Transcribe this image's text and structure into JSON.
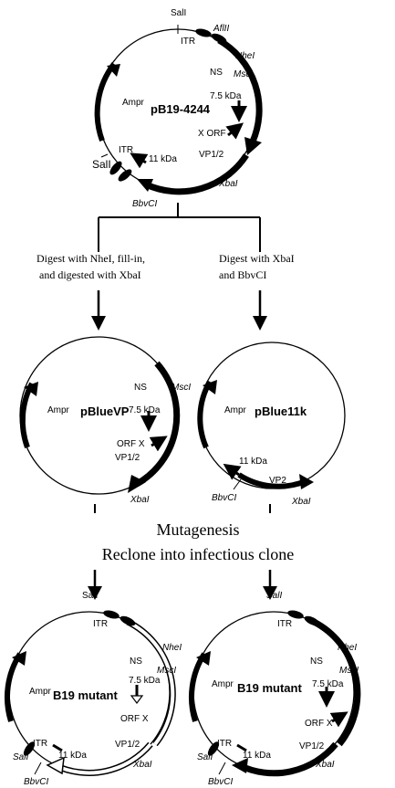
{
  "plasmids": {
    "top": {
      "name": "pB19-4244",
      "labels": {
        "sal_top": "SalI",
        "itr_top": "ITR",
        "afl": "AflII",
        "nhe": "NheI",
        "ns": "NS",
        "msc": "MscI",
        "kda75": "7.5 kDa",
        "xorf": "X ORF",
        "vp": "VP1/2",
        "xba": "XbaI",
        "bbv": "BbvCI",
        "kda11": "11 kDa",
        "itr_bot": "ITR",
        "sal_bot": "SalI",
        "amp": "Ampr"
      }
    },
    "left_mid": {
      "name": "pBlueVP",
      "labels": {
        "ns": "NS",
        "msc": "MscI",
        "kda75": "7.5 kDa",
        "orfx": "ORF X",
        "vp": "VP1/2",
        "xba": "XbaI",
        "amp": "Ampr"
      }
    },
    "right_mid": {
      "name": "pBlue11k",
      "labels": {
        "kda11": "11 kDa",
        "vp2": "VP2",
        "bbv": "BbvCI",
        "xba": "XbaI",
        "amp": "Ampr"
      }
    },
    "left_bot": {
      "name": "B19 mutant",
      "labels": {
        "sal_top": "SalI",
        "itr_top": "ITR",
        "nhe": "NheI",
        "ns": "NS",
        "msc": "MscI",
        "kda75": "7.5 kDa",
        "orfx": "ORF X",
        "vp": "VP1/2",
        "xba": "XbaI",
        "kda11": "11 kDa",
        "itr_bot": "ITR",
        "sal_bot": "SalI",
        "bbv": "BbvCI",
        "amp": "Ampr"
      }
    },
    "right_bot": {
      "name": "B19 mutant",
      "labels": {
        "sal_top": "SalI",
        "itr_top": "ITR",
        "nhe": "NheI",
        "ns": "NS",
        "msc": "MscI",
        "kda75": "7.5 kDa",
        "orfx": "ORF X",
        "vp": "VP1/2",
        "xba": "XbaI",
        "kda11": "11 kDa",
        "itr_bot": "ITR",
        "sal_bot": "SalI",
        "bbv": "BbvCI",
        "amp": "Ampr"
      }
    }
  },
  "steps": {
    "left_line1": "Digest with NheI, fill-in,",
    "left_line2": "and digested with XbaI",
    "right_line1": "Digest with XbaI",
    "right_line2": "and BbvCI",
    "mutagenesis": "Mutagenesis",
    "reclone": "Reclone into infectious clone"
  },
  "colors": {
    "ink": "#000000",
    "paper": "#ffffff"
  }
}
